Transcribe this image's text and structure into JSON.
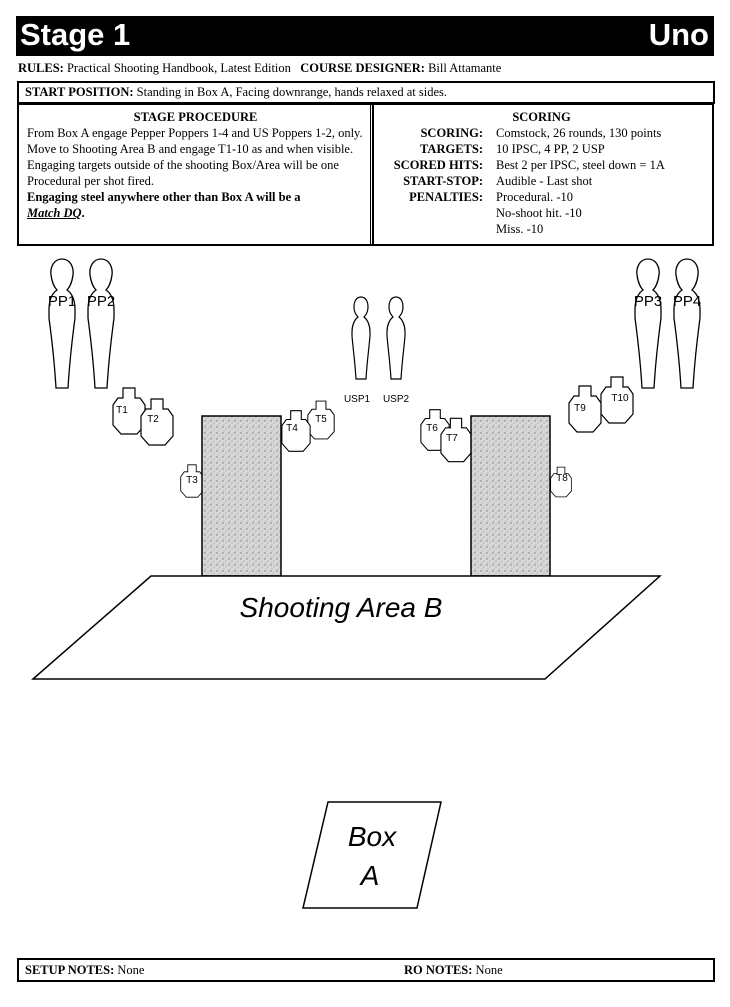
{
  "header": {
    "stage": "Stage 1",
    "name": "Uno"
  },
  "rules": {
    "rules_label": "RULES:",
    "rules_value": "Practical Shooting Handbook, Latest Edition",
    "designer_label": "COURSE DESIGNER:",
    "designer_value": "Bill Attamante"
  },
  "start_position": {
    "label": "START POSITION:",
    "value": "Standing in Box A, Facing downrange, hands relaxed at sides."
  },
  "procedure": {
    "title": "STAGE PROCEDURE",
    "para1": "From Box A engage Pepper Poppers 1-4 and US Poppers 1-2, only. Move to Shooting Area B and engage T1-10 as and when visible.",
    "para2": "Engaging targets outside of the shooting Box/Area will be one Procedural per shot fired.",
    "bold_text": "Engaging steel anywhere other than Box A will be a",
    "dq": "Match DQ",
    "dq_end": "."
  },
  "scoring": {
    "title": "SCORING",
    "rows": [
      {
        "key": "SCORING:",
        "value": "Comstock, 26 rounds, 130 points"
      },
      {
        "key": "TARGETS:",
        "value": "10 IPSC, 4 PP, 2 USP"
      },
      {
        "key": "SCORED HITS:",
        "value": "Best 2 per IPSC, steel down = 1A"
      },
      {
        "key": "START-STOP:",
        "value": "Audible - Last shot"
      },
      {
        "key": "PENALTIES:",
        "value": "Procedural. -10"
      },
      {
        "key": "",
        "value": "No-shoot hit. -10"
      },
      {
        "key": "",
        "value": "Miss. -10"
      }
    ]
  },
  "diagram": {
    "poppers": [
      "PP1",
      "PP2",
      "PP3",
      "PP4"
    ],
    "us_poppers": [
      "USP1",
      "USP2"
    ],
    "targets": [
      "T1",
      "T2",
      "T3",
      "T4",
      "T5",
      "T6",
      "T7",
      "T8",
      "T9",
      "T10"
    ],
    "shooting_area": "Shooting Area B",
    "box_line1": "Box",
    "box_line2": "A"
  },
  "footer": {
    "setup_label": "SETUP NOTES:",
    "setup_value": "None",
    "ro_label": "RO NOTES:",
    "ro_value": "None"
  }
}
